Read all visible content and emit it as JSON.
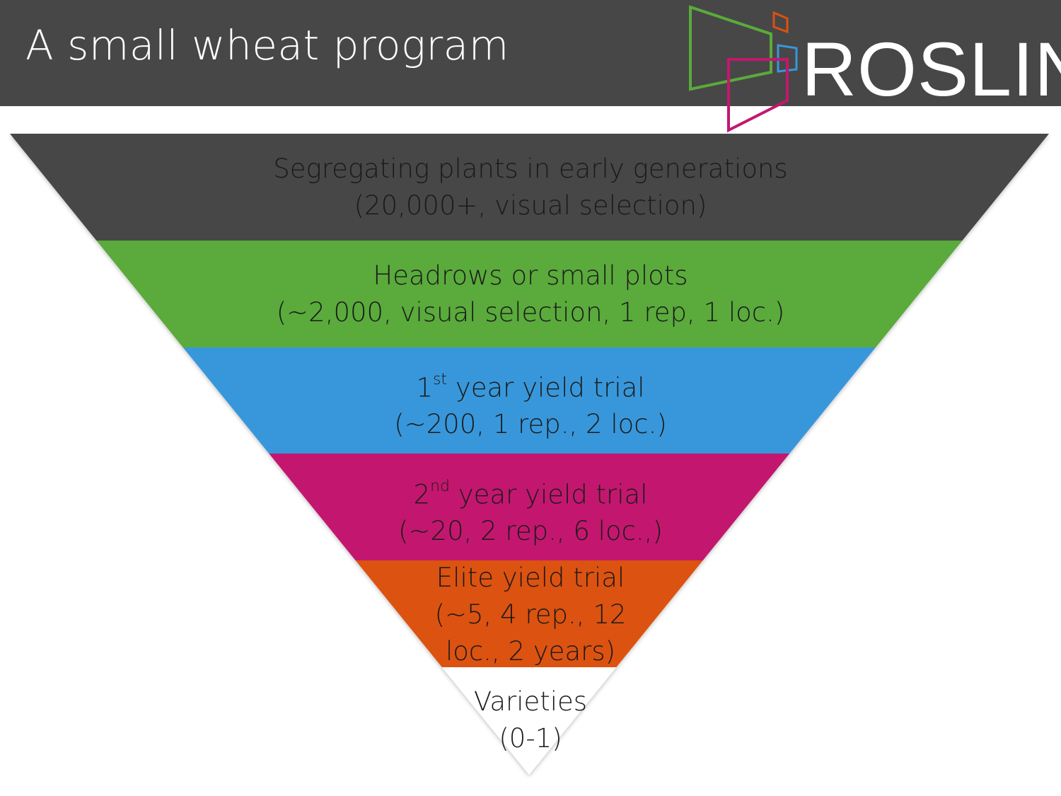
{
  "header": {
    "title": "A small wheat program",
    "logo_text": "ROSLIN"
  },
  "colors": {
    "header_bg": "#474747",
    "band_1": "#474747",
    "band_2": "#5aaa3c",
    "band_3": "#3897da",
    "band_4": "#c3176f",
    "band_5": "#dc5210",
    "band_6": "#ffffff",
    "logo_green": "#5aaa3c",
    "logo_orange": "#dc5210",
    "logo_blue": "#3897da",
    "logo_pink": "#c3176f"
  },
  "funnel": {
    "stages": [
      {
        "line1": "Segregating plants in early generations",
        "line2": "(20,000+, visual selection)"
      },
      {
        "line1": "Headrows or small plots",
        "line2": "(~2,000, visual selection, 1 rep, 1 loc.)"
      },
      {
        "num": "1",
        "sup": "st",
        "line1_rest": " year yield trial",
        "line2": "(~200, 1 rep., 2 loc.)"
      },
      {
        "num": "2",
        "sup": "nd",
        "line1_rest": " year yield trial",
        "line2": "(~20, 2 rep., 6 loc.,)"
      },
      {
        "line1": "Elite yield trial",
        "line2": "(~5, 4 rep., 12",
        "line3": "loc., 2 years)"
      },
      {
        "line1": "Varieties",
        "line2": "(0-1)"
      }
    ]
  }
}
